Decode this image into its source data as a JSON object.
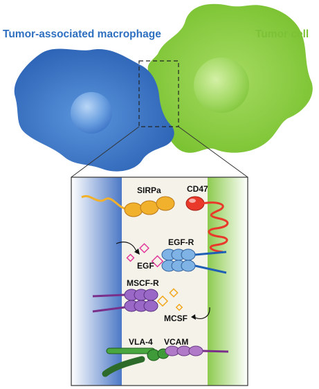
{
  "labels": {
    "macrophage": "Tumor-associated macrophage",
    "tumor_cell": "Tumor cell",
    "sirpa": "SIRPa",
    "cd47": "CD47",
    "egf_r": "EGF-R",
    "egf": "EGF",
    "mscf_r": "MSCF-R",
    "mcsf": "MCSF",
    "vla4": "VLA-4",
    "vcam": "VCAM"
  },
  "colors": {
    "macrophage": "#3a72c4",
    "tumor_cell": "#8ccd3a",
    "label_blue": "#2e6fc0",
    "label_green": "#7cc136",
    "sirpa": "#f2b12c",
    "cd47": "#e8392a",
    "egf_r": "#7fb3e6",
    "egf": "#e23b9b",
    "mscf_r": "#9a68c6",
    "mcsf": "#f2a81d",
    "vla4": "#3f9a3a",
    "vcam": "#b07ac8"
  }
}
